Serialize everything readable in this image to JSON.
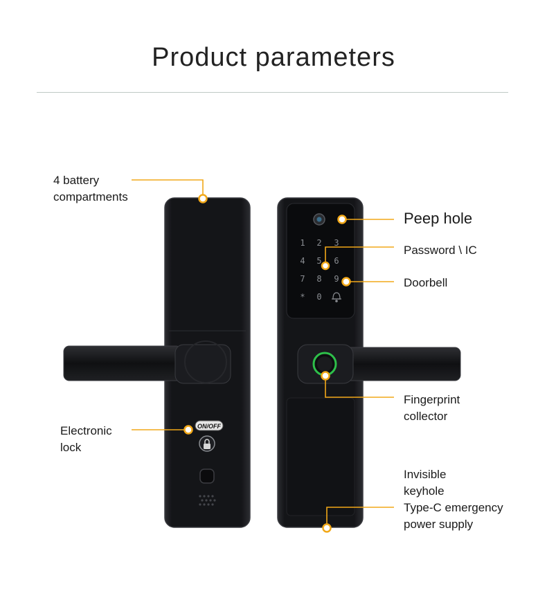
{
  "title": "Product parameters",
  "colors": {
    "accent": "#f2a818",
    "lock_body": "#17181b",
    "lock_edge": "#2a2b30",
    "panel": "#0c0d10",
    "key_glyph": "#8a8d92",
    "fingerprint_ring": "#2ec04a"
  },
  "back_lock": {
    "button_text": "ON/OFF",
    "icons": [
      "lock-icon",
      "speaker-grille-icon"
    ]
  },
  "front_lock": {
    "keypad_keys": [
      "1",
      "2",
      "3",
      "4",
      "5",
      "6",
      "7",
      "8",
      "9",
      "*",
      "0",
      "bell"
    ],
    "icons": [
      "camera-icon",
      "bell-icon",
      "fingerprint-icon"
    ]
  },
  "callouts": {
    "battery": [
      "4 battery",
      "compartments"
    ],
    "electronic_lock": [
      "Electronic",
      "lock"
    ],
    "peep_hole": "Peep hole",
    "password_ic": "Password \\ IC",
    "doorbell": "Doorbell",
    "fingerprint": [
      "Fingerprint",
      "collector"
    ],
    "keyhole": [
      "Invisible",
      "keyhole",
      "Type-C emergency",
      "power supply"
    ]
  }
}
